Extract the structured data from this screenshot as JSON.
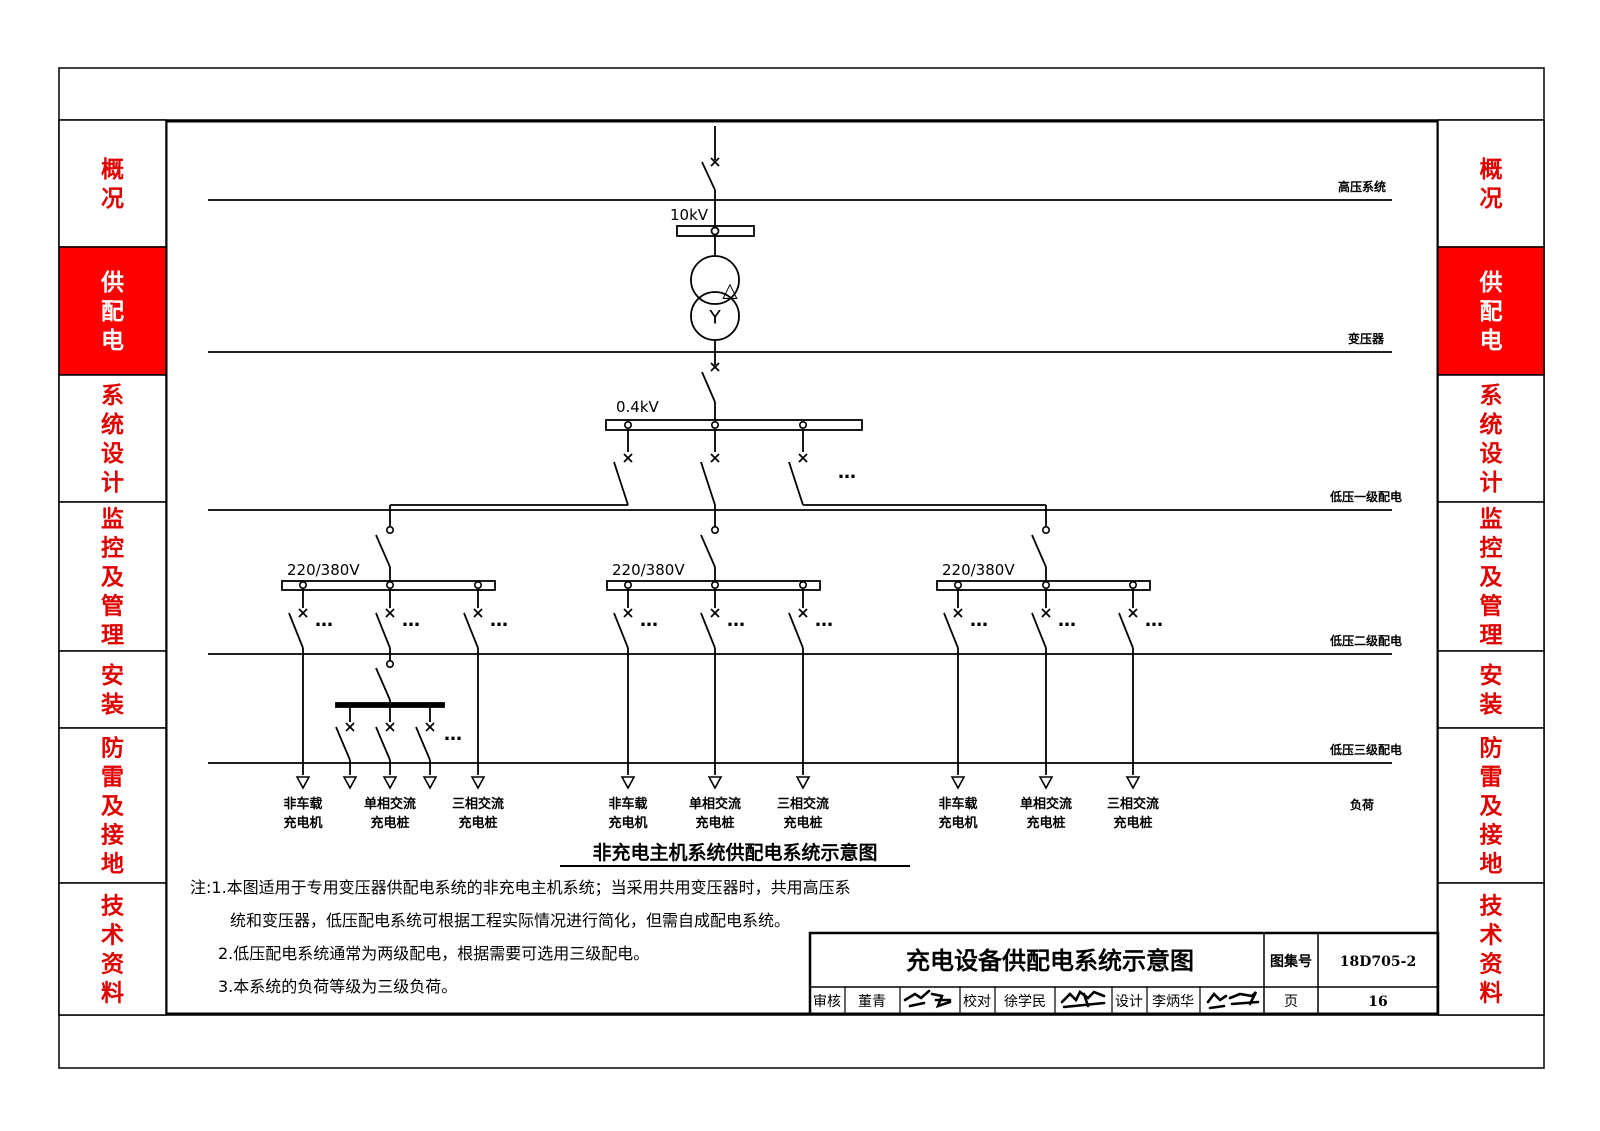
{
  "side_tabs": [
    {
      "label": "概况",
      "active": false
    },
    {
      "label": "供配电",
      "active": true
    },
    {
      "label": "系统设计",
      "active": false
    },
    {
      "label": "监控及管理",
      "active": false
    },
    {
      "label": "安装",
      "active": false
    },
    {
      "label": "防雷及接地",
      "active": false
    },
    {
      "label": "技术资料",
      "active": false
    }
  ],
  "colors": {
    "active_tab": "#ff0000",
    "tab_text": "#e00000",
    "active_tab_text": "#ffffff",
    "line": "#000000"
  },
  "diagram": {
    "levels": {
      "hv": "高压系统",
      "transformer": "变压器",
      "lv1": "低压一级配电",
      "lv2": "低压二级配电",
      "lv3": "低压三级配电",
      "load": "负荷"
    },
    "voltages": {
      "hv": "10kV",
      "lv": "0.4kV",
      "sub": "220/380V"
    },
    "transformer_symbols": {
      "primary": "△",
      "secondary": "Y"
    },
    "ellipsis": "…",
    "loads": [
      {
        "line1": "非车载",
        "line2": "充电机"
      },
      {
        "line1": "单相交流",
        "line2": "充电桩"
      },
      {
        "line1": "三相交流",
        "line2": "充电桩"
      }
    ],
    "caption": "非充电主机系统供配电系统示意图"
  },
  "notes": [
    "注:1.本图适用于专用变压器供配电系统的非充电主机系统；当采用共用变压器时，共用高压系",
    "统和变压器，低压配电系统可根据工程实际情况进行简化，但需自成配电系统。",
    "2.低压配电系统通常为两级配电，根据需要可选用三级配电。",
    "3.本系统的负荷等级为三级负荷。"
  ],
  "title_block": {
    "title": "充电设备供配电系统示意图",
    "atlas_label": "图集号",
    "atlas_no": "18D705-2",
    "review_label": "审核",
    "reviewer": "董青",
    "check_label": "校对",
    "checker": "徐学民",
    "design_label": "设计",
    "designer": "李炳华",
    "page_label": "页",
    "page_no": "16"
  }
}
